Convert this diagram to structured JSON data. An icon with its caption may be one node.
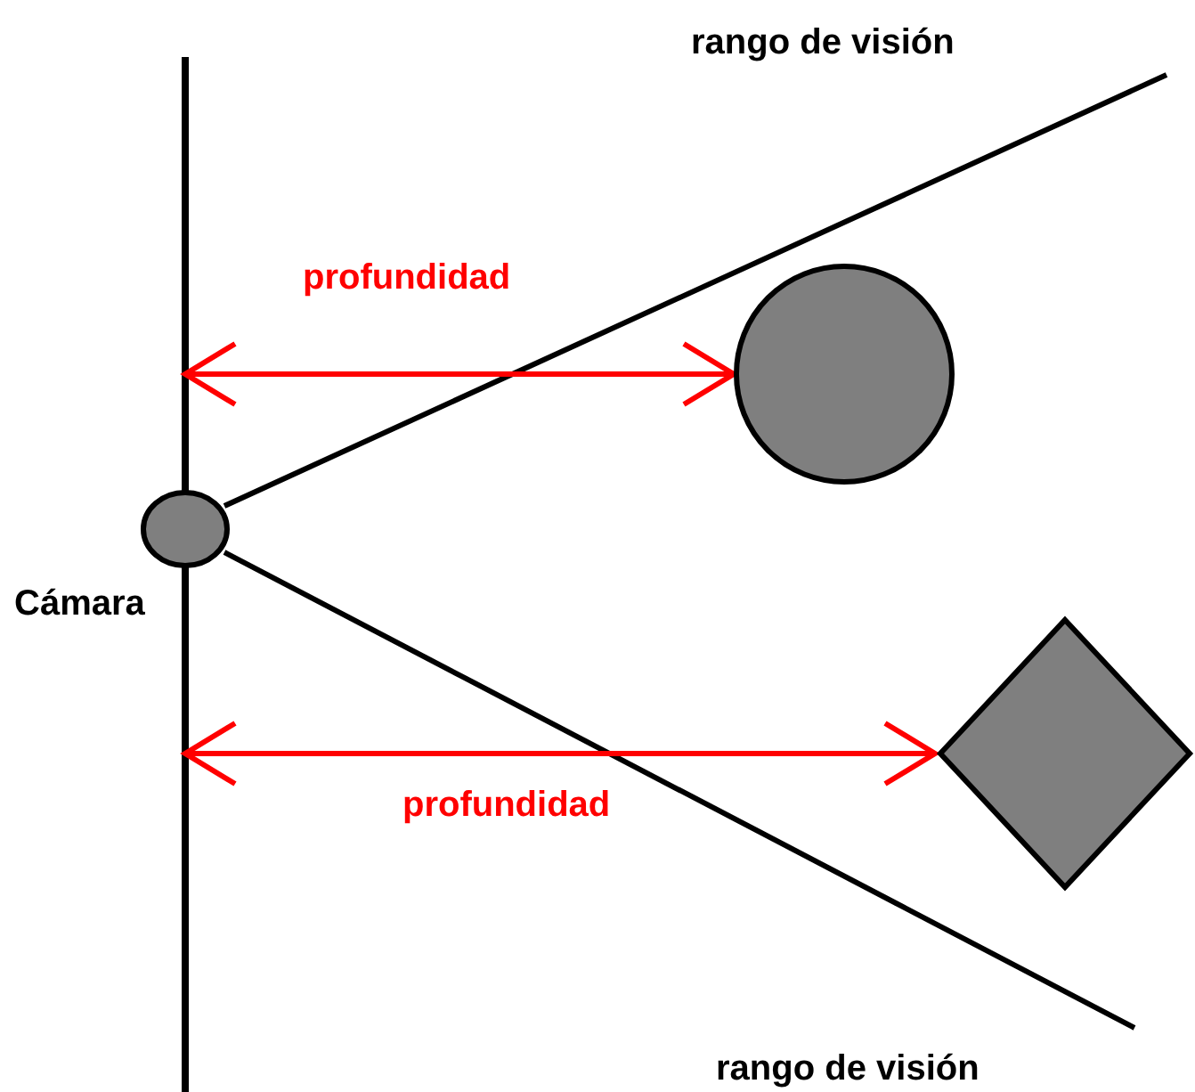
{
  "diagram": {
    "nodes": [
      {
        "text": [],
        "shape": "circle",
        "beside": [
          "Cámara"
        ]
      },
      {
        "text": [],
        "shape": "circle"
      },
      {
        "text": [],
        "shape": "diamond"
      }
    ],
    "edges": [
      {
        "from": null,
        "to": 1,
        "arrow": "both",
        "label": "profundidad",
        "color": "#ff0000"
      },
      {
        "from": null,
        "to": 2,
        "arrow": "both",
        "label": "profundidad",
        "color": "#ff0000"
      }
    ],
    "labels": [
      "rango de visión",
      "rango de visión"
    ]
  }
}
